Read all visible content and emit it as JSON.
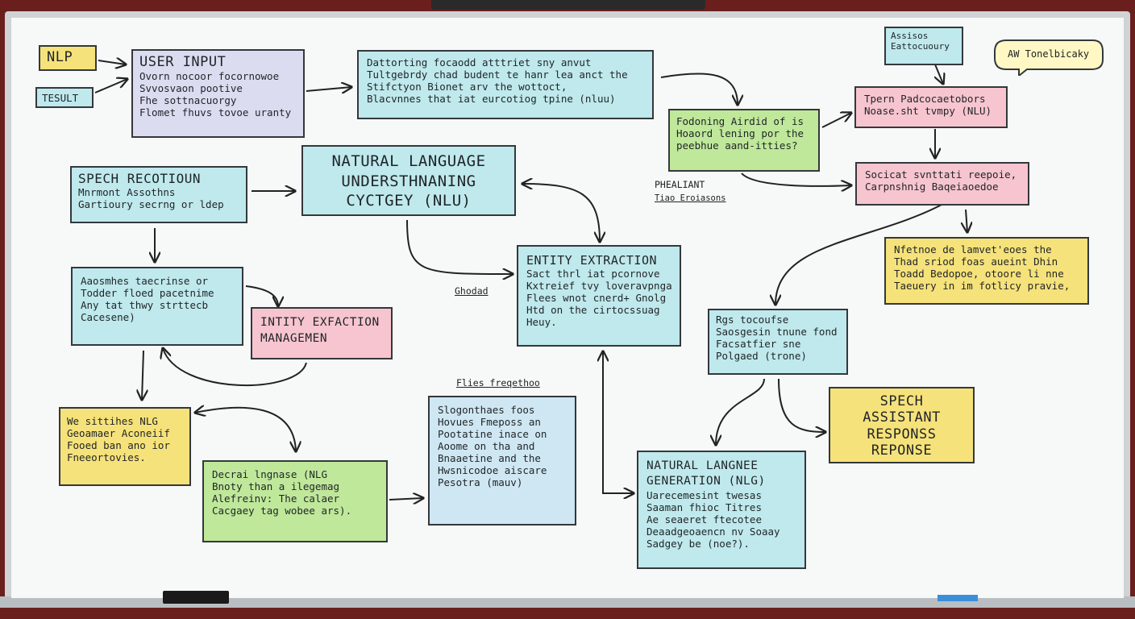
{
  "colors": {
    "yellow": "#f6e27a",
    "lavender": "#dcdcf0",
    "cyan": "#bfe9ec",
    "pink": "#f7c5cf",
    "green": "#bfe89a",
    "lightblue": "#cfe7f2",
    "ink": "#33383c"
  },
  "tags": {
    "nlp": "NLP",
    "tesult": "TESULT"
  },
  "boxes": {
    "user_input": {
      "title": "USER INPUT",
      "lines": [
        "Ovorn nocoor focornowoe",
        "Svvosvaon pootive",
        "Fhe sottnacuorgy",
        "Flomet fhuvs tovoe uranty"
      ]
    },
    "top_center": {
      "lines": [
        "Dattorting focaodd atttriet sny anvut",
        "Tultgebrdy chad budent te hanr lea anct the",
        "Stifctyon Bionet arv the wottoct,",
        "Blacvnnes that iat eurcotiog tpine (nluu)"
      ]
    },
    "assises": {
      "lines": [
        "Assisos",
        "Eattocuoury"
      ]
    },
    "bubble": {
      "text": "AW Tonelbicaky"
    },
    "topright_pink": {
      "lines": [
        "Tpern Padcocaetobors",
        "Noase.sht tvmpy (NLU)"
      ]
    },
    "fodoning": {
      "lines": [
        "Fodoning Airdid of is",
        "Hoaord lening por the",
        "peebhue aand-itties?"
      ]
    },
    "speech_recog": {
      "title": "SPECH RECOTIOUN",
      "lines": [
        "Mnrmont Assothns",
        "Gartioury secrng or ldep"
      ]
    },
    "nlu": {
      "title": "NATURAL LANGUAGE UNDERSTHNANING CYCTGEY (NLU)"
    },
    "social": {
      "lines": [
        "Socicat svnttati reepoie,",
        "Carpnshnig Baqeiaoedoe"
      ]
    },
    "right_yellow": {
      "lines": [
        "Nfetnoe de lamvet'eoes the",
        "Thad sriod foas aueint Dhin",
        "Toadd Bedopoe, otoore li nne",
        "Taeuery in im fotlicy pravie,"
      ]
    },
    "left_mid": {
      "lines": [
        "Aaosmhes taecrinse or",
        "Todder floed pacetnime",
        "Any tat thwy strttecb",
        "Cacesene)"
      ]
    },
    "entity_mgmt": {
      "title": "INTITY EXFACTION MANAGEMEN"
    },
    "entity_extraction": {
      "title": "ENTITY EXTRACTION",
      "lines": [
        "Sact thrl iat pcornove",
        "Kxtreief tvy loveravpnga",
        "Flees wnot cnerd+ Gnolg",
        "Htd on the cirtocssuag",
        "Heuy."
      ]
    },
    "rgs": {
      "lines": [
        "Rgs tocoufse",
        "Saosgesin tnune fond",
        "Facsatfier sne",
        "Polgaed (trone)"
      ]
    },
    "nlg_yellow": {
      "lines": [
        "We sittihes NLG",
        "Geoamaer Aconeiif",
        "Fooed ban ano ior",
        "Fneeortovies."
      ]
    },
    "nlg_green": {
      "lines": [
        "Decrai lngnase (NLG",
        "Bnoty than a ilegemag",
        "Alefreinv: The calaer",
        "Cacgaey tag wobee ars)."
      ]
    },
    "slog": {
      "lines": [
        "Slogonthaes foos",
        "Hovues Fmeposs an",
        "Pootatine inace on",
        "Aoome on tha and",
        "Bnaaetine and the",
        "Hwsnicodoe aiscare",
        "Pesotra (mauv)"
      ]
    },
    "speech_response": {
      "title": "SPECH ASSISTANT RESPONSS REPONSE"
    },
    "nlg_main": {
      "title": "NATURAL LANGNEE GENERATION (NLG)",
      "lines": [
        "Uarecemesint twesas",
        "Saaman fhioc Titres",
        "Ae seaeret ftecotee",
        "Deaadgeoaencn nv Soaay",
        "Sadgey be (noe?)."
      ]
    }
  },
  "notes": {
    "ghodad": "Ghodad",
    "flies": "Flies freqethoo",
    "phealiant_1": "PHEALIANT",
    "phealiant_2": "Tiao Eroiasons"
  }
}
